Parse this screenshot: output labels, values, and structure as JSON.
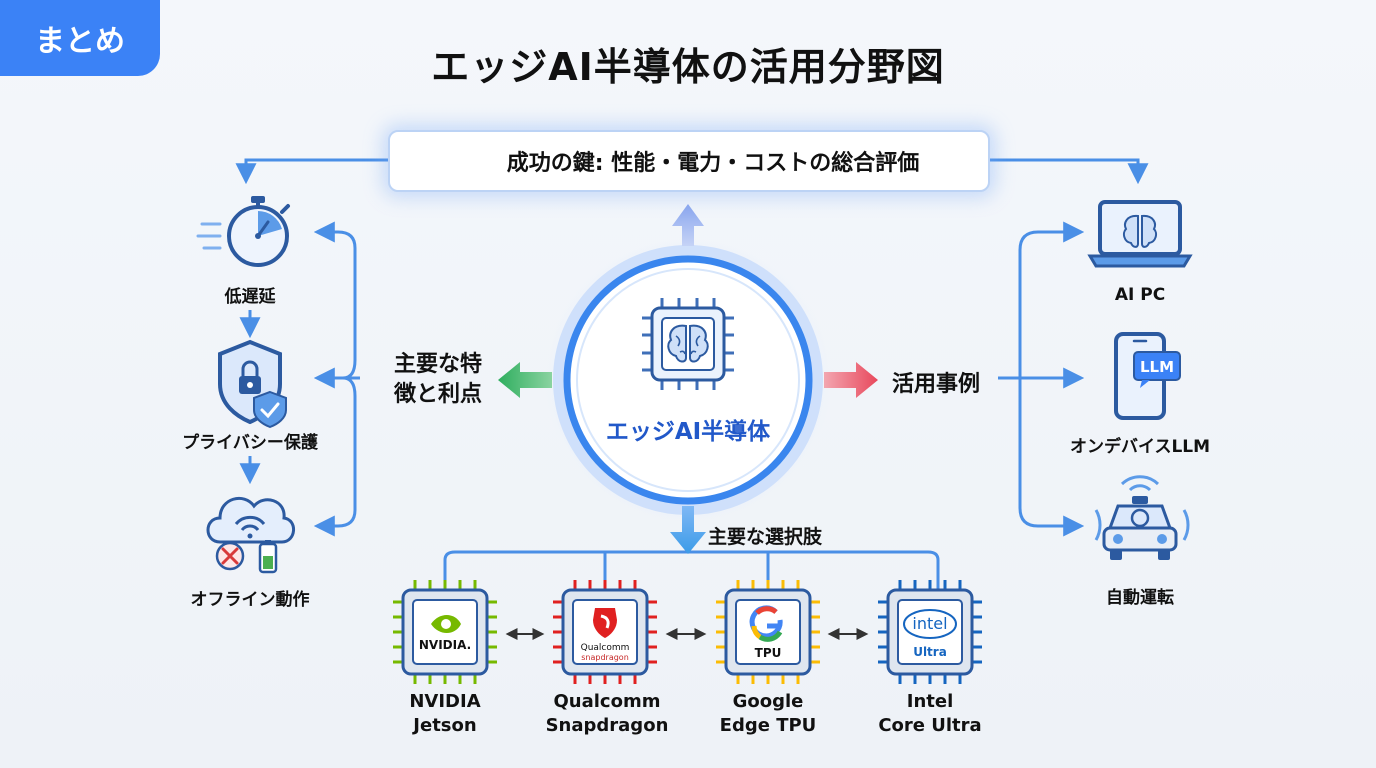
{
  "badge": "まとめ",
  "title": "エッジAI半導体の活用分野図",
  "key_success": "成功の鍵: 性能・電力・コストの総合評価",
  "center": "エッジAI半導体",
  "left_heading": [
    "主要な特",
    "徴と利点"
  ],
  "right_heading": "活用事例",
  "bottom_heading": "主要な選択肢",
  "features": [
    {
      "label": "低遅延",
      "icon": "stopwatch-icon"
    },
    {
      "label": "プライバシー保護",
      "icon": "shield-lock-icon"
    },
    {
      "label": "オフライン動作",
      "icon": "cloud-offline-icon"
    }
  ],
  "use_cases": [
    {
      "label": "AI PC",
      "icon": "laptop-brain-icon"
    },
    {
      "label": "オンデバイスLLM",
      "icon": "smartphone-llm-icon",
      "screen_text": "LLM"
    },
    {
      "label": "自動運転",
      "icon": "autonomous-car-icon"
    }
  ],
  "options": [
    {
      "name": [
        "NVIDIA",
        "Jetson"
      ],
      "chip_text": "NVIDIA.",
      "color": "#76b900"
    },
    {
      "name": [
        "Qualcomm",
        "Snapdragon"
      ],
      "chip_text": [
        "Qualcomm",
        "snapdragon"
      ],
      "color": "#e02020"
    },
    {
      "name": [
        "Google",
        "Edge TPU"
      ],
      "chip_text": "TPU",
      "color": "#fbbc05"
    },
    {
      "name": [
        "Intel",
        "Core Ultra"
      ],
      "chip_text": [
        "intel",
        "Ultra"
      ],
      "color": "#1565c0"
    }
  ],
  "colors": {
    "accent": "#3b82f6",
    "arrow_blue": "#4a8fe6",
    "left_arrow": "#3cb96a",
    "right_arrow": "#ec5b6b",
    "up_arrow": "#9bb2f2"
  }
}
